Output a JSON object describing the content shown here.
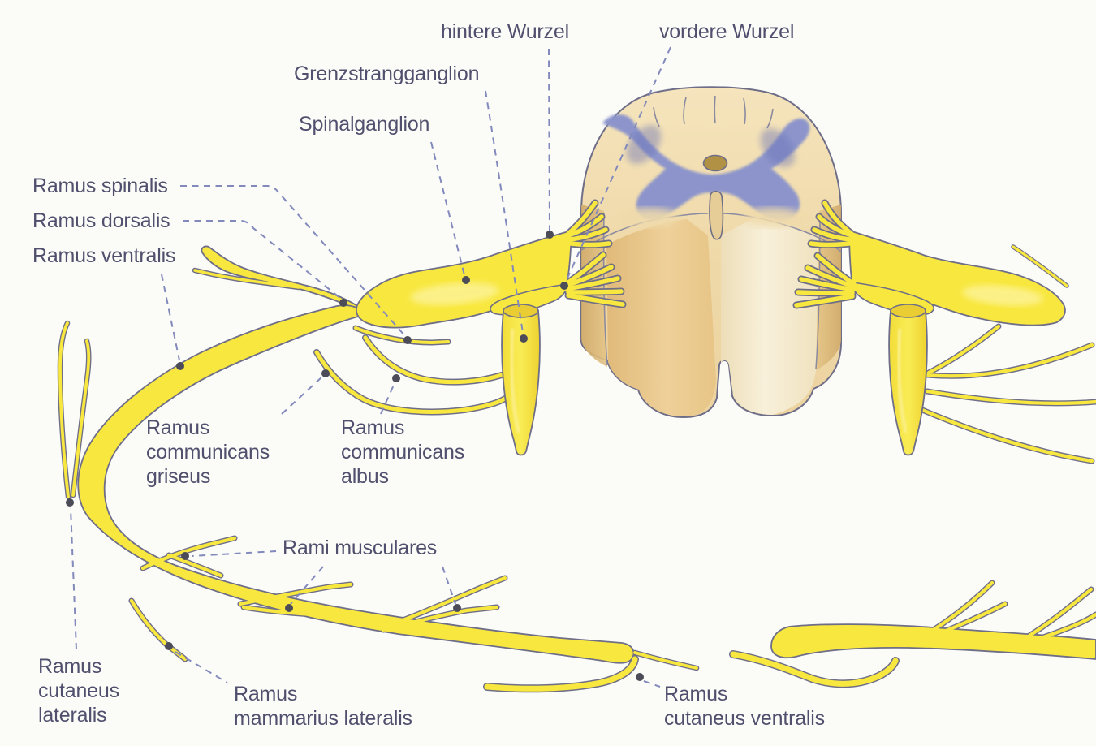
{
  "figure": {
    "colors": {
      "background": "#fbfbf8",
      "nerve_yellow": "#f8e73e",
      "nerve_outline": "#6e6e88",
      "cord_tan": "#efd9a9",
      "cord_shadow": "#d2ab6b",
      "cord_front_light": "#f7eed8",
      "gray_matter_blue": "#8c94cb",
      "central_canal_brown": "#b19244",
      "label_text": "#50506e",
      "leader_line": "#8289bb",
      "anchor_dot": "#4c4c58"
    },
    "labels": {
      "hintere_wurzel": "hintere Wurzel",
      "vordere_wurzel": "vordere Wurzel",
      "grenzstrangganglion": "Grenzstrangganglion",
      "spinalganglion": "Spinalganglion",
      "ramus_spinalis": "Ramus spinalis",
      "ramus_dorsalis": "Ramus dorsalis",
      "ramus_ventralis": "Ramus ventralis",
      "ramus_communicans_griseus": "Ramus\ncommunicans\ngriseus",
      "ramus_communicans_albus": "Ramus\ncommunicans\nalbus",
      "rami_musculares": "Rami musculares",
      "ramus_cutaneus_lateralis": "Ramus\ncutaneus\nlateralis",
      "ramus_mammarius_lateralis": "Ramus\nmammarius lateralis",
      "ramus_cutaneus_ventralis": "Ramus\ncutaneus ventralis"
    }
  }
}
